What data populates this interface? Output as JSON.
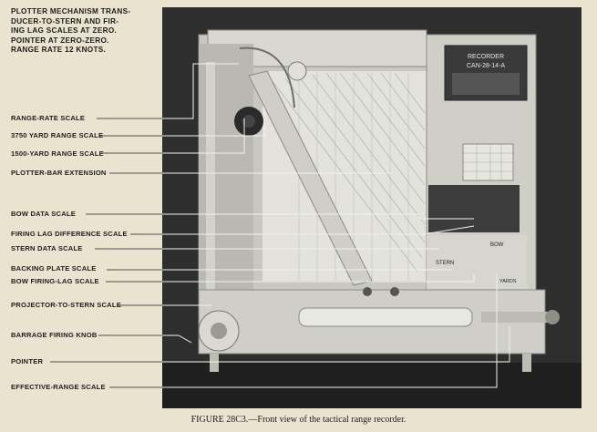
{
  "header_note": [
    "PLOTTER MECHANISM TRANS-",
    "DUCER-TO-STERN AND FIR-",
    "ING LAG SCALES AT ZERO.",
    "POINTER AT ZERO-ZERO.",
    "RANGE RATE 12 KNOTS."
  ],
  "callouts": [
    "RANGE-RATE SCALE",
    "3750 YARD RANGE SCALE",
    "1500-YARD RANGE SCALE",
    "PLOTTER-BAR EXTENSION",
    "BOW DATA SCALE",
    "FIRING LAG DIFFERENCE SCALE",
    "STERN DATA SCALE",
    "BACKING PLATE SCALE",
    "BOW FIRING-LAG SCALE",
    "PROJECTOR-TO-STERN SCALE",
    "BARRAGE FIRING KNOB",
    "POINTER",
    "EFFECTIVE-RANGE SCALE"
  ],
  "nameplate": [
    "RECORDER",
    "CAN-28-14-A"
  ],
  "stern_label": "STERN",
  "bow_label": "BOW",
  "yards_label": "YARDS",
  "caption": "FIGURE 28C3.—Front view of the tactical range recorder."
}
